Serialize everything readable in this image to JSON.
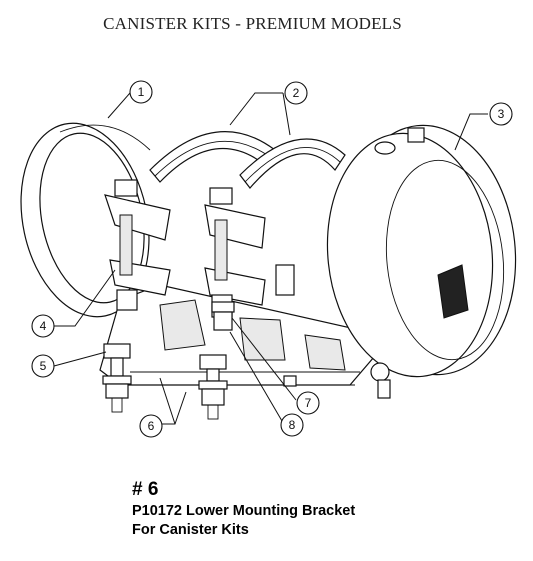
{
  "header": {
    "title": "CANISTER KITS - PREMIUM MODELS"
  },
  "callouts": [
    "1",
    "2",
    "3",
    "4",
    "5",
    "6",
    "7",
    "8"
  ],
  "caption": {
    "number": "# 6",
    "part_line": "P10172 Lower Mounting Bracket",
    "desc_line": "For Canister Kits"
  }
}
